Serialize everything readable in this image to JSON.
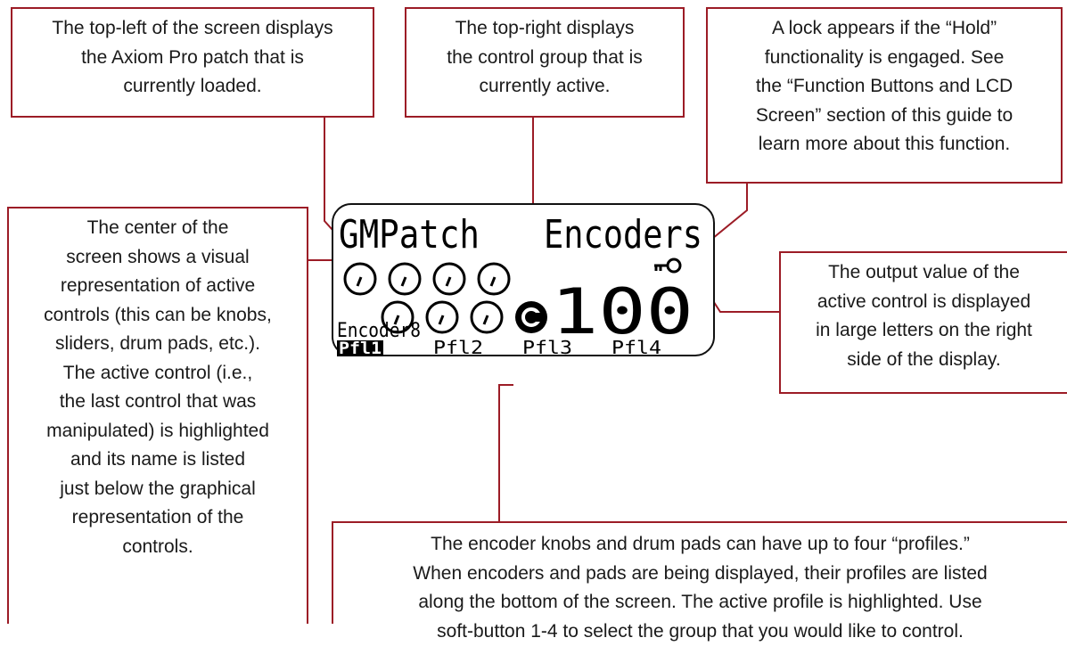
{
  "callouts": {
    "patch": [
      "The top-left of the screen displays",
      "the Axiom Pro patch that is",
      "currently loaded."
    ],
    "group": [
      "The top-right displays",
      "the control group that is",
      "currently active."
    ],
    "hold": [
      "A lock appears if the “Hold”",
      "functionality is engaged.  See",
      "the “Function Buttons and LCD",
      "Screen” section of this guide to",
      "learn more about this function."
    ],
    "center": [
      "The center of the",
      "screen shows a visual",
      "representation of active",
      "controls (this can be knobs,",
      "sliders, drum pads, etc.).",
      "The active control (i.e.,",
      "the last control that was",
      "manipulated) is highlighted",
      "and its name is listed",
      "just below the graphical",
      "representation of the",
      "controls."
    ],
    "output": [
      "The output value of the",
      "active control is displayed",
      "in large letters on the right",
      "side of the display."
    ],
    "profiles": [
      "The encoder knobs and drum pads can have up to four “profiles.”",
      "When encoders and pads are being displayed, their profiles are listed",
      "along the bottom of the screen.  The active profile is highlighted.  Use",
      "soft-button 1-4 to select the group that you would like to control."
    ]
  },
  "lcd": {
    "patch_name": "GMPatch",
    "group_name": "Encoders",
    "active_control": "Encoder8",
    "value": "100",
    "profiles": [
      "Pfl1",
      "Pfl2",
      "Pfl3",
      "Pfl4"
    ],
    "active_profile_index": 0
  },
  "colors": {
    "callout_border": "#9c1c26",
    "leader": "#9c1c26",
    "lcd_ink": "#000000"
  }
}
